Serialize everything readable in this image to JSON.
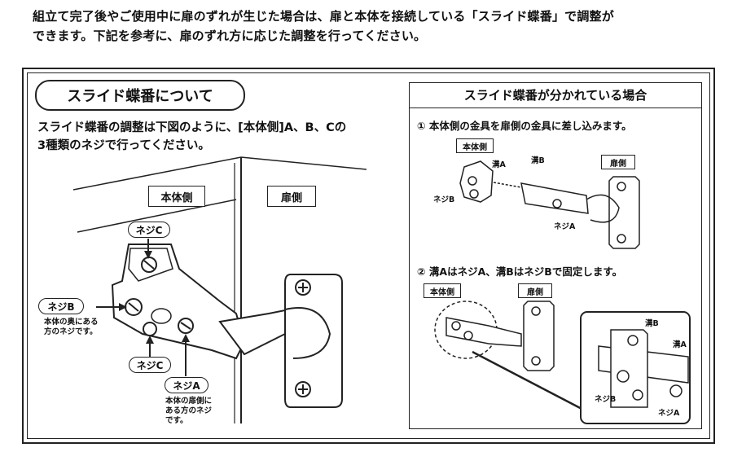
{
  "intro": {
    "line1": "組立て完了後やご使用中に扉のずれが生じた場合は、扉と本体を接続している「スライド蝶番」で調整が",
    "line2": "できます。下記を参考に、扉のずれ方に応じた調整を行ってください。"
  },
  "left": {
    "title": "スライド蝶番について",
    "desc1": "スライド蝶番の調整は下図のように、[本体側]A、B、Cの",
    "desc2": "3種類のネジで行ってください。",
    "body_side": "本体側",
    "door_side": "扉側",
    "screw_c_top": "ネジC",
    "screw_b": "ネジB",
    "screw_b_note1": "本体の奥にある",
    "screw_b_note2": "方のネジです。",
    "screw_c_bottom": "ネジC",
    "screw_a": "ネジA",
    "screw_a_note1": "本体の扉側に",
    "screw_a_note2": "ある方のネジ",
    "screw_a_note3": "です。"
  },
  "right": {
    "title": "スライド蝶番が分かれている場合",
    "step1": "① 本体側の金具を扉側の金具に差し込みます。",
    "s1_body": "本体側",
    "s1_door": "扉側",
    "s1_groove_a": "溝A",
    "s1_groove_b": "溝B",
    "s1_screw_b": "ネジB",
    "s1_screw_a": "ネジA",
    "step2": "② 溝AはネジA、溝BはネジBで固定します。",
    "s2_body": "本体側",
    "s2_door": "扉側",
    "s2_groove_b": "溝B",
    "s2_groove_a": "溝A",
    "s2_screw_b": "ネジB",
    "s2_screw_a": "ネジA"
  }
}
